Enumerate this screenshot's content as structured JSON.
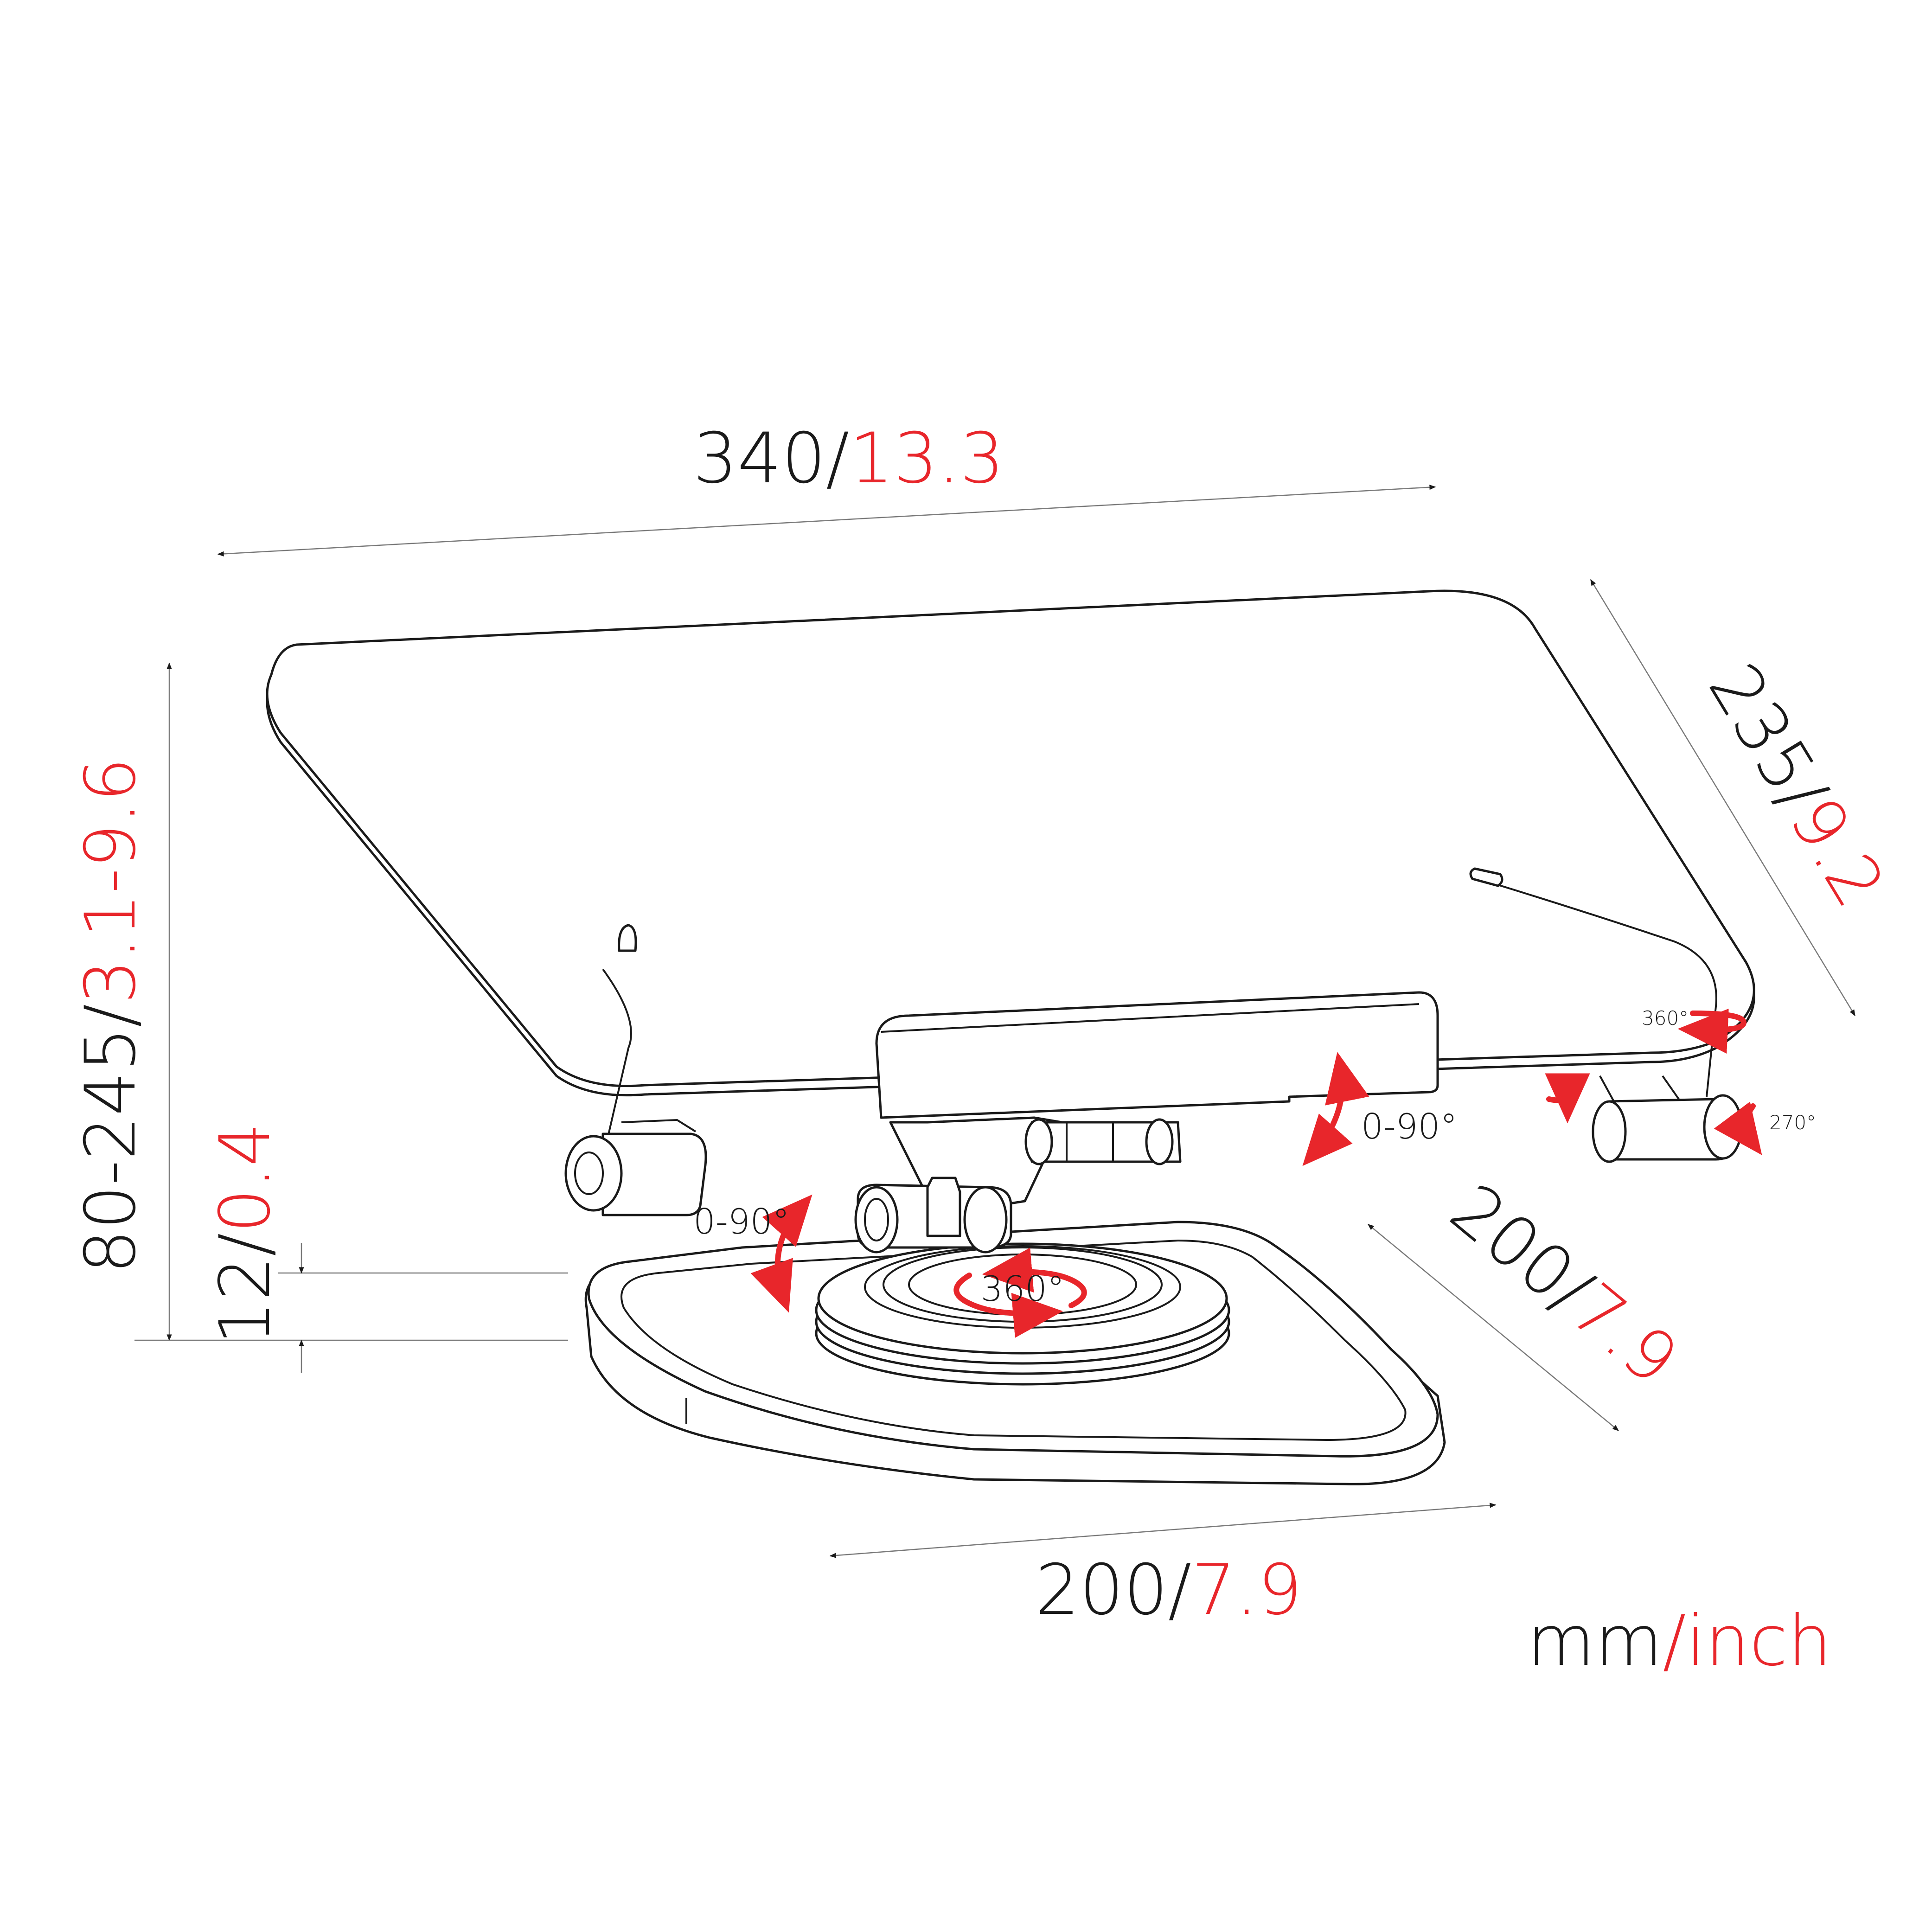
{
  "colors": {
    "black": "#1a1a1a",
    "accent": "#e8262b",
    "dim_line": "#7a7a7a"
  },
  "dimensions": {
    "width_top": {
      "mm": "340",
      "inch": "13.3"
    },
    "depth_top": {
      "mm": "235",
      "inch": "9.2"
    },
    "height_range": {
      "mm": "80-245",
      "inch": "3.1-9.6"
    },
    "base_thickness": {
      "mm": "12",
      "inch": "0.4"
    },
    "base_depth": {
      "mm": "200",
      "inch": "7.9"
    },
    "base_width": {
      "mm": "200",
      "inch": "7.9"
    }
  },
  "unit_label": {
    "mm": "mm",
    "separator": "/",
    "inch": "inch"
  },
  "rotation_labels": {
    "arm_tilt": "0-90°",
    "base_tilt": "0-90°",
    "base_swivel": "360°",
    "clip_swivel": "360°",
    "clip_rotate": "270°"
  },
  "separator": "/"
}
